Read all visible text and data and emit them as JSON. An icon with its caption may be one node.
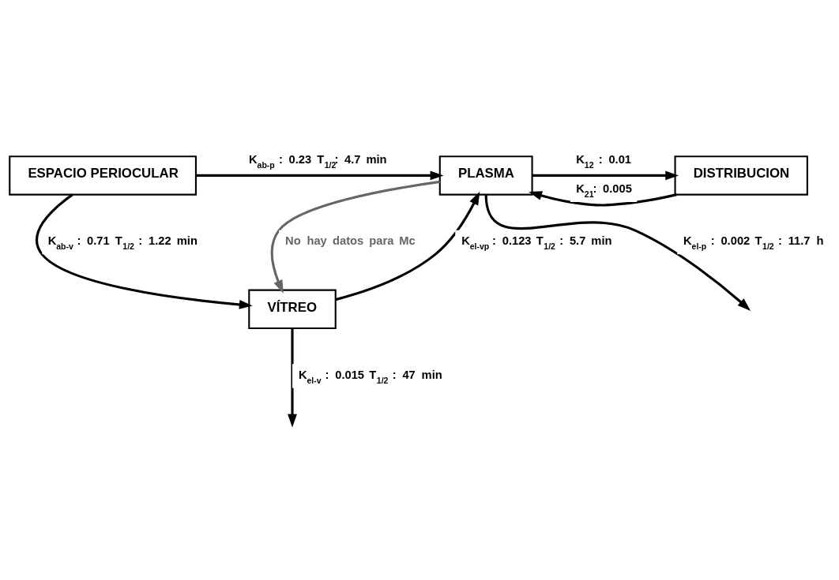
{
  "diagram": {
    "nodes": [
      {
        "text": [
          "ESPACIO PERIOCULAR"
        ]
      },
      {
        "text": [
          "PLASMA"
        ]
      },
      {
        "text": [
          "DISTRIBUCION"
        ]
      },
      {
        "text": [
          "VÍTREO"
        ]
      }
    ],
    "edges": [
      {
        "from": 0,
        "to": 1,
        "arrow": "to",
        "label": "K$_{ab-p}$ : 0.23 T$_{1/2}$: 4.7 min"
      },
      {
        "from": 1,
        "to": 2,
        "arrow": "to",
        "label": "K$_{12}$ : 0.01"
      },
      {
        "from": 2,
        "to": 1,
        "arrow": "to",
        "label": "K$_{21}$:  0.005"
      },
      {
        "from": 1,
        "to": null,
        "arrow": "to",
        "label": "K$_{el-p}$ : 0.002 T$_{1/2}$ : 11.7 h"
      },
      {
        "from": 0,
        "to": 3,
        "arrow": "to",
        "label": "K$_{ab-v}$ : 0.71 T$_{1/2}$ : 1.22 min"
      },
      {
        "from": 1,
        "to": 3,
        "arrow": "to",
        "color": "#666666",
        "label": "No hay datos para Mc"
      },
      {
        "from": 3,
        "to": 1,
        "arrow": "to",
        "label": "K$_{el-vp}$ : 0.123 T$_{1/2}$ : 5.7 min"
      },
      {
        "from": 3,
        "to": null,
        "arrow": "to",
        "label": "K$_{el-v}$ : 0.015 T$_{1/2}$ : 47 min"
      }
    ]
  }
}
